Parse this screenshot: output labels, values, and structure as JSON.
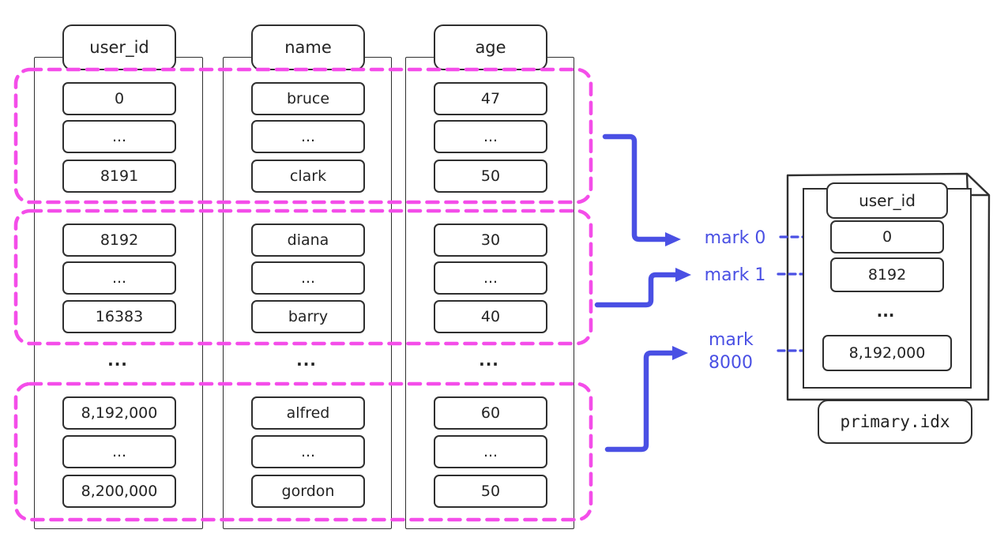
{
  "ellipsis": "...",
  "columns": [
    {
      "header": "user_id",
      "groups": [
        [
          "0",
          "...",
          "8191"
        ],
        [
          "8192",
          "...",
          "16383"
        ],
        [
          "8,192,000",
          "...",
          "8,200,000"
        ]
      ]
    },
    {
      "header": "name",
      "groups": [
        [
          "bruce",
          "...",
          "clark"
        ],
        [
          "diana",
          "...",
          "barry"
        ],
        [
          "alfred",
          "...",
          "gordon"
        ]
      ]
    },
    {
      "header": "age",
      "groups": [
        [
          "47",
          "...",
          "50"
        ],
        [
          "30",
          "...",
          "40"
        ],
        [
          "60",
          "...",
          "50"
        ]
      ]
    }
  ],
  "marks": [
    {
      "label": "mark 0"
    },
    {
      "label": "mark 1"
    },
    {
      "label": "mark 8000"
    }
  ],
  "index": {
    "header": "user_id",
    "cells": [
      "0",
      "8192",
      "...",
      "8,192,000"
    ],
    "file_label": "primary.idx"
  },
  "colors": {
    "granule": "#f44de9",
    "arrow": "#4a50e4",
    "ink": "#2f2f2f"
  }
}
